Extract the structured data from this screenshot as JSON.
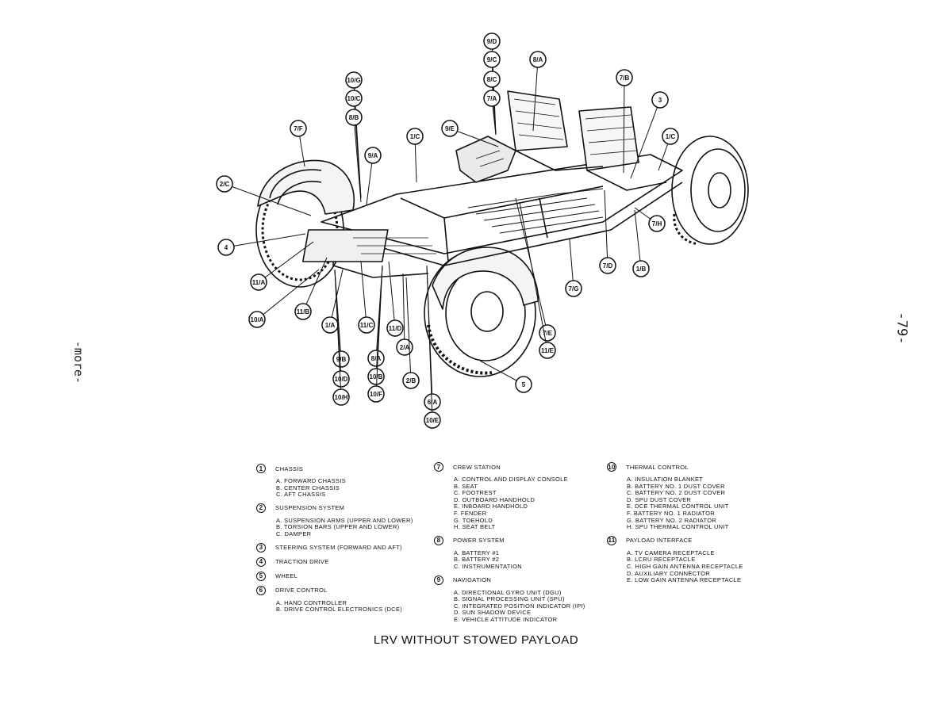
{
  "margin_text": "-more-",
  "page_number": "-79-",
  "caption": "LRV WITHOUT STOWED PAYLOAD",
  "callouts": [
    {
      "label": "9/D"
    },
    {
      "label": "9/C"
    },
    {
      "label": "8/C"
    },
    {
      "label": "7/A"
    },
    {
      "label": "8/A"
    },
    {
      "label": "7/B"
    },
    {
      "label": "3"
    },
    {
      "label": "10/G"
    },
    {
      "label": "10/C"
    },
    {
      "label": "8/B"
    },
    {
      "label": "9/E"
    },
    {
      "label": "1/C"
    },
    {
      "label": "7/F"
    },
    {
      "label": "9/A"
    },
    {
      "label": "1/C"
    },
    {
      "label": "2/C"
    },
    {
      "label": "4"
    },
    {
      "label": "11/A"
    },
    {
      "label": "10/A"
    },
    {
      "label": "11/B"
    },
    {
      "label": "1/A"
    },
    {
      "label": "11/C"
    },
    {
      "label": "11/D"
    },
    {
      "label": "7/H"
    },
    {
      "label": "7/D"
    },
    {
      "label": "1/B"
    },
    {
      "label": "7/G"
    },
    {
      "label": "7/E"
    },
    {
      "label": "11/E"
    },
    {
      "label": "9/B"
    },
    {
      "label": "10/D"
    },
    {
      "label": "10/H"
    },
    {
      "label": "8/A"
    },
    {
      "label": "10/B"
    },
    {
      "label": "10/F"
    },
    {
      "label": "2/A"
    },
    {
      "label": "2/B"
    },
    {
      "label": "6/A"
    },
    {
      "label": "10/E"
    },
    {
      "label": "5"
    }
  ],
  "legend": [
    {
      "num": "1",
      "title": "CHASSIS",
      "items": [
        "A. FORWARD CHASSIS",
        "B. CENTER CHASSIS",
        "C. AFT CHASSIS"
      ]
    },
    {
      "num": "2",
      "title": "SUSPENSION SYSTEM",
      "items": [
        "A. SUSPENSION ARMS (UPPER AND LOWER)",
        "B. TORSION BARS (UPPER AND LOWER)",
        "C. DAMPER"
      ]
    },
    {
      "num": "3",
      "title": "STEERING SYSTEM (FORWARD AND AFT)",
      "items": []
    },
    {
      "num": "4",
      "title": "TRACTION DRIVE",
      "items": []
    },
    {
      "num": "5",
      "title": "WHEEL",
      "items": []
    },
    {
      "num": "6",
      "title": "DRIVE CONTROL",
      "items": [
        "A. HAND CONTROLLER",
        "B. DRIVE CONTROL ELECTRONICS (DCE)"
      ]
    },
    {
      "num": "7",
      "title": "CREW STATION",
      "items": [
        "A. CONTROL AND DISPLAY CONSOLE",
        "B. SEAT",
        "C. FOOTREST",
        "D. OUTBOARD HANDHOLD",
        "E. INBOARD HANDHOLD",
        "F. FENDER",
        "G. TOEHOLD",
        "H. SEAT BELT"
      ]
    },
    {
      "num": "8",
      "title": "POWER SYSTEM",
      "items": [
        "A. BATTERY #1",
        "B. BATTERY #2",
        "C. INSTRUMENTATION"
      ]
    },
    {
      "num": "9",
      "title": "NAVIGATION",
      "items": [
        "A. DIRECTIONAL GYRO UNIT (DGU)",
        "B. SIGNAL PROCESSING UNIT (SPU)",
        "C. INTEGRATED POSITION INDICATOR (IPI)",
        "D. SUN SHADOW DEVICE",
        "E. VEHICLE ATTITUDE INDICATOR"
      ]
    },
    {
      "num": "10",
      "title": "THERMAL CONTROL",
      "items": [
        "A. INSULATION BLANKET",
        "B. BATTERY NO. 1 DUST COVER",
        "C. BATTERY NO. 2 DUST COVER",
        "D. SPU DUST COVER",
        "E. DCE THERMAL CONTROL UNIT",
        "F. BATTERY NO. 1 RADIATOR",
        "G. BATTERY NO. 2 RADIATOR",
        "H. SPU THERMAL CONTROL UNIT"
      ]
    },
    {
      "num": "11",
      "title": "PAYLOAD INTERFACE",
      "items": [
        "A. TV CAMERA RECEPTACLE",
        "B. LCRU RECEPTACLE",
        "C. HIGH GAIN ANTENNA RECEPTACLE",
        "D. AUXILIARY CONNECTOR",
        "E. LOW GAIN ANTENNA RECEPTACLE"
      ]
    }
  ]
}
